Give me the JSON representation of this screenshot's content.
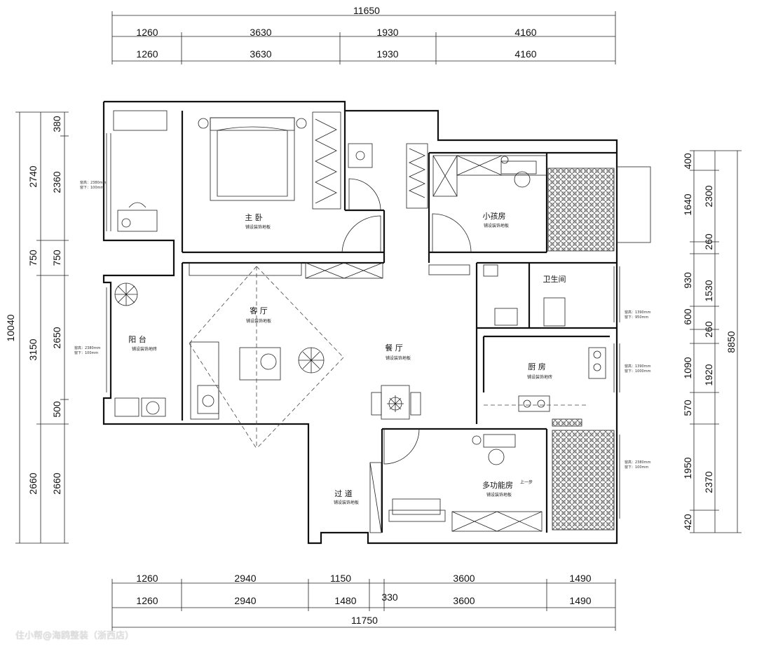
{
  "top_dims": {
    "total": "11650",
    "row1": [
      "1260",
      "3630",
      "1930",
      "4160"
    ],
    "row2": [
      "1260",
      "3630",
      "1930",
      "4160"
    ]
  },
  "bottom_dims": {
    "row1": [
      "1260",
      "2940",
      "1150",
      "3600",
      "1490"
    ],
    "row2": [
      "1260",
      "2940",
      "1480",
      "330",
      "3600",
      "1490"
    ],
    "total": "11750"
  },
  "left_dims": {
    "total": "10040",
    "outer": [
      "2740",
      "750",
      "3150",
      "2660"
    ],
    "inner": [
      "380",
      "2360",
      "750",
      "2650",
      "500",
      "2660"
    ]
  },
  "right_dims": {
    "total": "8850",
    "outer": [
      "2300",
      "1530",
      "1920",
      "2370"
    ],
    "inner": [
      "400",
      "1640",
      "260",
      "930",
      "600",
      "260",
      "1090",
      "570",
      "1950",
      "420"
    ]
  },
  "rooms": {
    "master": {
      "name": "主 卧",
      "floor": "铺设装饰地板"
    },
    "kids": {
      "name": "小孩房",
      "floor": "铺设装饰地板"
    },
    "bath": {
      "name": "卫生间"
    },
    "living": {
      "name": "客 厅",
      "floor": "铺设装饰地板"
    },
    "dining": {
      "name": "餐 厅",
      "floor": "铺设装饰地板"
    },
    "balcony": {
      "name": "阳 台",
      "floor": "铺设装饰地砖"
    },
    "kitchen": {
      "name": "厨 房",
      "floor": "铺设装饰地砖"
    },
    "multi": {
      "name": "多功能房",
      "floor": "铺设装饰地板"
    },
    "corridor": {
      "name": "过 道",
      "floor": "铺设装饰地板"
    }
  },
  "window_notes": {
    "master_window": [
      "窗高：2380mm",
      "窗下：100mm"
    ],
    "balcony_window": [
      "窗高：2380mm",
      "窗下：100mm"
    ],
    "bath_window": [
      "窗高：1390mm",
      "窗下：950mm"
    ],
    "kitchen_window": [
      "窗高：1390mm",
      "窗下：1000mm"
    ],
    "multi_window": [
      "窗高：2380mm",
      "窗下：100mm"
    ]
  },
  "step_label": "上一步",
  "watermark": "住小帮@海鸥整装（浙西店）"
}
